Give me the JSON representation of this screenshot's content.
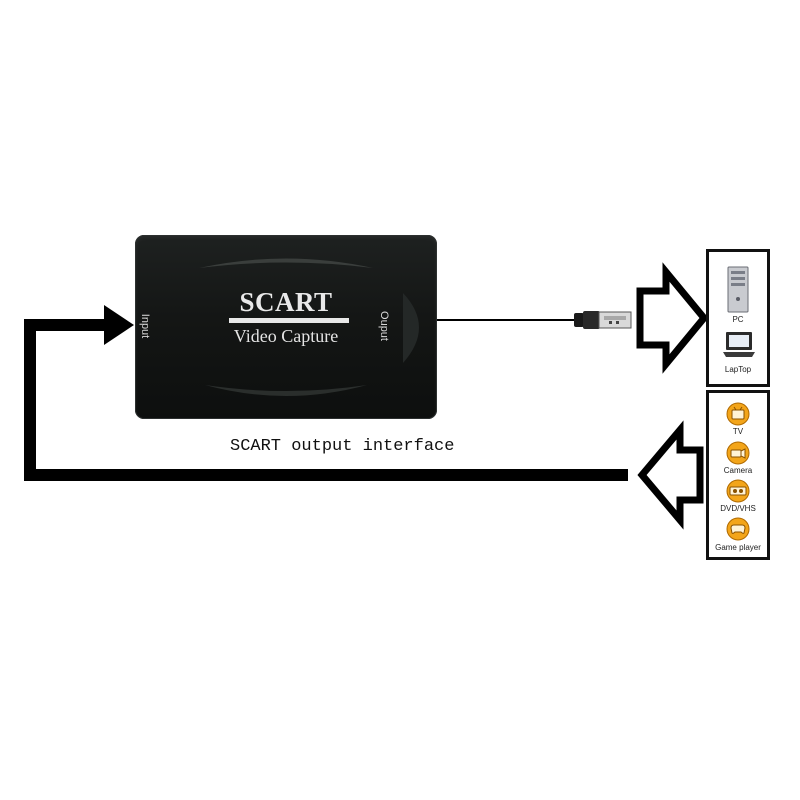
{
  "device": {
    "title": "SCART",
    "subtitle": "Video Capture",
    "input_label": "Input",
    "output_label": "Ouput"
  },
  "caption": "SCART output interface",
  "output_targets": [
    {
      "label": "PC",
      "icon": "pc-tower-icon"
    },
    {
      "label": "LapTop",
      "icon": "laptop-icon"
    }
  ],
  "input_sources": [
    {
      "label": "TV",
      "icon": "tv-icon"
    },
    {
      "label": "Camera",
      "icon": "camera-icon"
    },
    {
      "label": "DVD/VHS",
      "icon": "dvd-vhs-icon"
    },
    {
      "label": "Game player",
      "icon": "game-player-icon"
    }
  ],
  "colors": {
    "device_body": "#141615",
    "line": "#000000",
    "source_icon": "#f0a010"
  }
}
